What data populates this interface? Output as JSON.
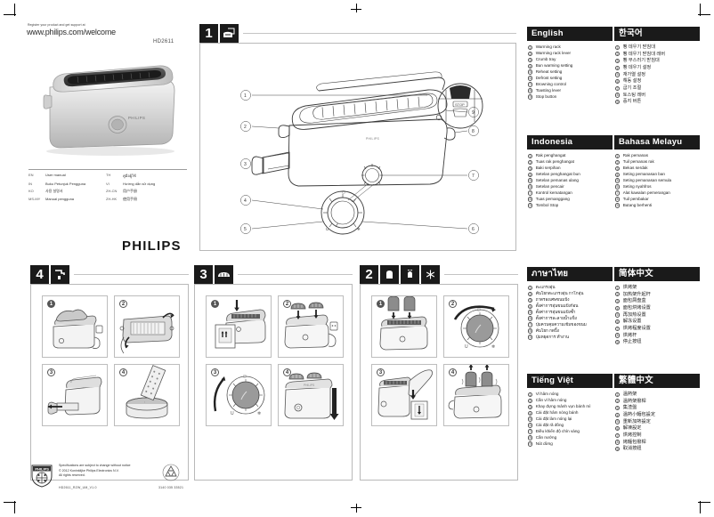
{
  "header": {
    "register_line": "Register your product and get support at",
    "url": "www.philips.com/welcome",
    "model": "HD2611",
    "brand": "PHILIPS"
  },
  "manual_languages": {
    "left": [
      {
        "code": "EN",
        "label": "User manual"
      },
      {
        "code": "IN",
        "label": "Buku Petunjuk Pengguna"
      },
      {
        "code": "KO",
        "label": "사용 설명서"
      },
      {
        "code": "MS-MY",
        "label": "Manual pengguna"
      }
    ],
    "right": [
      {
        "code": "TH",
        "label": "คู่มือผู้ใช้"
      },
      {
        "code": "VI",
        "label": "Hướng dẫn sử dụng"
      },
      {
        "code": "ZH-CN",
        "label": "用户手册"
      },
      {
        "code": "ZH-HK",
        "label": "使用手冊"
      }
    ]
  },
  "steps": [
    {
      "number": "1",
      "icons": [
        "toaster-icon"
      ]
    },
    {
      "number": "2",
      "icons": [
        "bread-icon",
        "reheat-icon",
        "defrost-icon"
      ]
    },
    {
      "number": "3",
      "icons": [
        "bun-warming-icon"
      ]
    },
    {
      "number": "4",
      "icons": [
        "tap-clean-icon"
      ]
    }
  ],
  "diagram": {
    "callouts": [
      "1",
      "2",
      "3",
      "4",
      "5",
      "6",
      "7",
      "8",
      "9"
    ],
    "product_label": "Philips"
  },
  "substeps": {
    "step2": [
      "1",
      "2",
      "3",
      "4"
    ],
    "step3": [
      "1",
      "2",
      "3",
      "4"
    ],
    "step4": [
      "1",
      "2",
      "3",
      "4"
    ]
  },
  "languages": [
    {
      "id": "english",
      "title": "English",
      "script": "latin",
      "items": [
        "Warming rack",
        "Warming rack lever",
        "Crumb tray",
        "Bun warming setting",
        "Reheat setting",
        "Defrost setting",
        "Browning control",
        "Toasting lever",
        "Stop button"
      ]
    },
    {
      "id": "korean",
      "title": "한국어",
      "script": "cjk",
      "items": [
        "빵 데우기 받침대",
        "빵 데우기 받침대 레버",
        "빵 부스러기 받침대",
        "빵 데우기 설정",
        "재가열 설정",
        "해동 설정",
        "굽기 조절",
        "토스팅 레버",
        "중지 버튼"
      ]
    },
    {
      "id": "indonesia",
      "title": "Indonesia",
      "script": "latin",
      "items": [
        "Rak penghangat",
        "Tuas rak penghangat",
        "Baki serpihan",
        "Setelan penghangat bun",
        "Setelan pemanas ulang",
        "Setelan pencair",
        "Kontrol kematangan",
        "Tuas pemanggang",
        "Tombol Stop"
      ]
    },
    {
      "id": "melayu",
      "title": "Bahasa Melayu",
      "script": "latin",
      "items": [
        "Rak pemanas",
        "Tuil pemanas rak",
        "Bekas serdak",
        "Seting pemanasan ban",
        "Seting pemanasan semula",
        "Seting nyahfros",
        "Alat kawalan pemerangan",
        "Tuil pembakar",
        "Butang berhenti"
      ]
    },
    {
      "id": "thai",
      "title": "ภาษาไทย",
      "script": "thai",
      "items": [
        "ตะแกรงอุ่น",
        "คันโยกตะแกรงอุ่น กาโกอุ่น",
        "ถาดรองเศษขนมปัง",
        "ตั้งค่าการอุ่นขนมปังก้อน",
        "ตั้งค่าการอุ่นขนมปังซ้ำ",
        "ตั้งค่าการละลายน้ำแข็ง",
        "ปุ่มควบคุมความเข้มของขนม",
        "คันโยก กดปิ้ง",
        "ปุ่มหยุดการ ทำงาน"
      ]
    },
    {
      "id": "schinese",
      "title": "简体中文",
      "script": "cjk",
      "items": [
        "烘烤架",
        "加热架升起杆",
        "面包屑盘盒",
        "面包烘烤设置",
        "再加热设置",
        "解冻设置",
        "烘烤程度设置",
        "烘烤杆",
        "停止按钮"
      ]
    },
    {
      "id": "vietnamese",
      "title": "Tiếng Việt",
      "script": "latin",
      "items": [
        "Vỉ hâm nóng",
        "Cần vỉ hâm nóng",
        "Khay đựng mảnh vụn bánh mì",
        "Cài đặt hâm nóng bánh",
        "Cài đặt làm nóng lại",
        "Cài đặt rã đông",
        "Điều khiển độ chín vàng",
        "Cần nướng",
        "Nút dừng"
      ]
    },
    {
      "id": "tchinese",
      "title": "繁體中文",
      "script": "cjk",
      "items": [
        "溫熱架",
        "溫熱架撥桿",
        "集渣盤",
        "溫熱小麵包設定",
        "重新加熱設定",
        "解凍設定",
        "烘烤控制",
        "烤麵包撥桿",
        "取消按鈕"
      ]
    }
  ],
  "footer": {
    "line1": "Specifications are subject to change without notice",
    "line2": "© 2012 Koninklijke Philips Electronics N.V.",
    "line3": "All rights reserved.",
    "doc_code": "HD2611_RZW_UM_V1.0",
    "right_code": "3140 035 33521",
    "logo": "PHILIPS"
  }
}
